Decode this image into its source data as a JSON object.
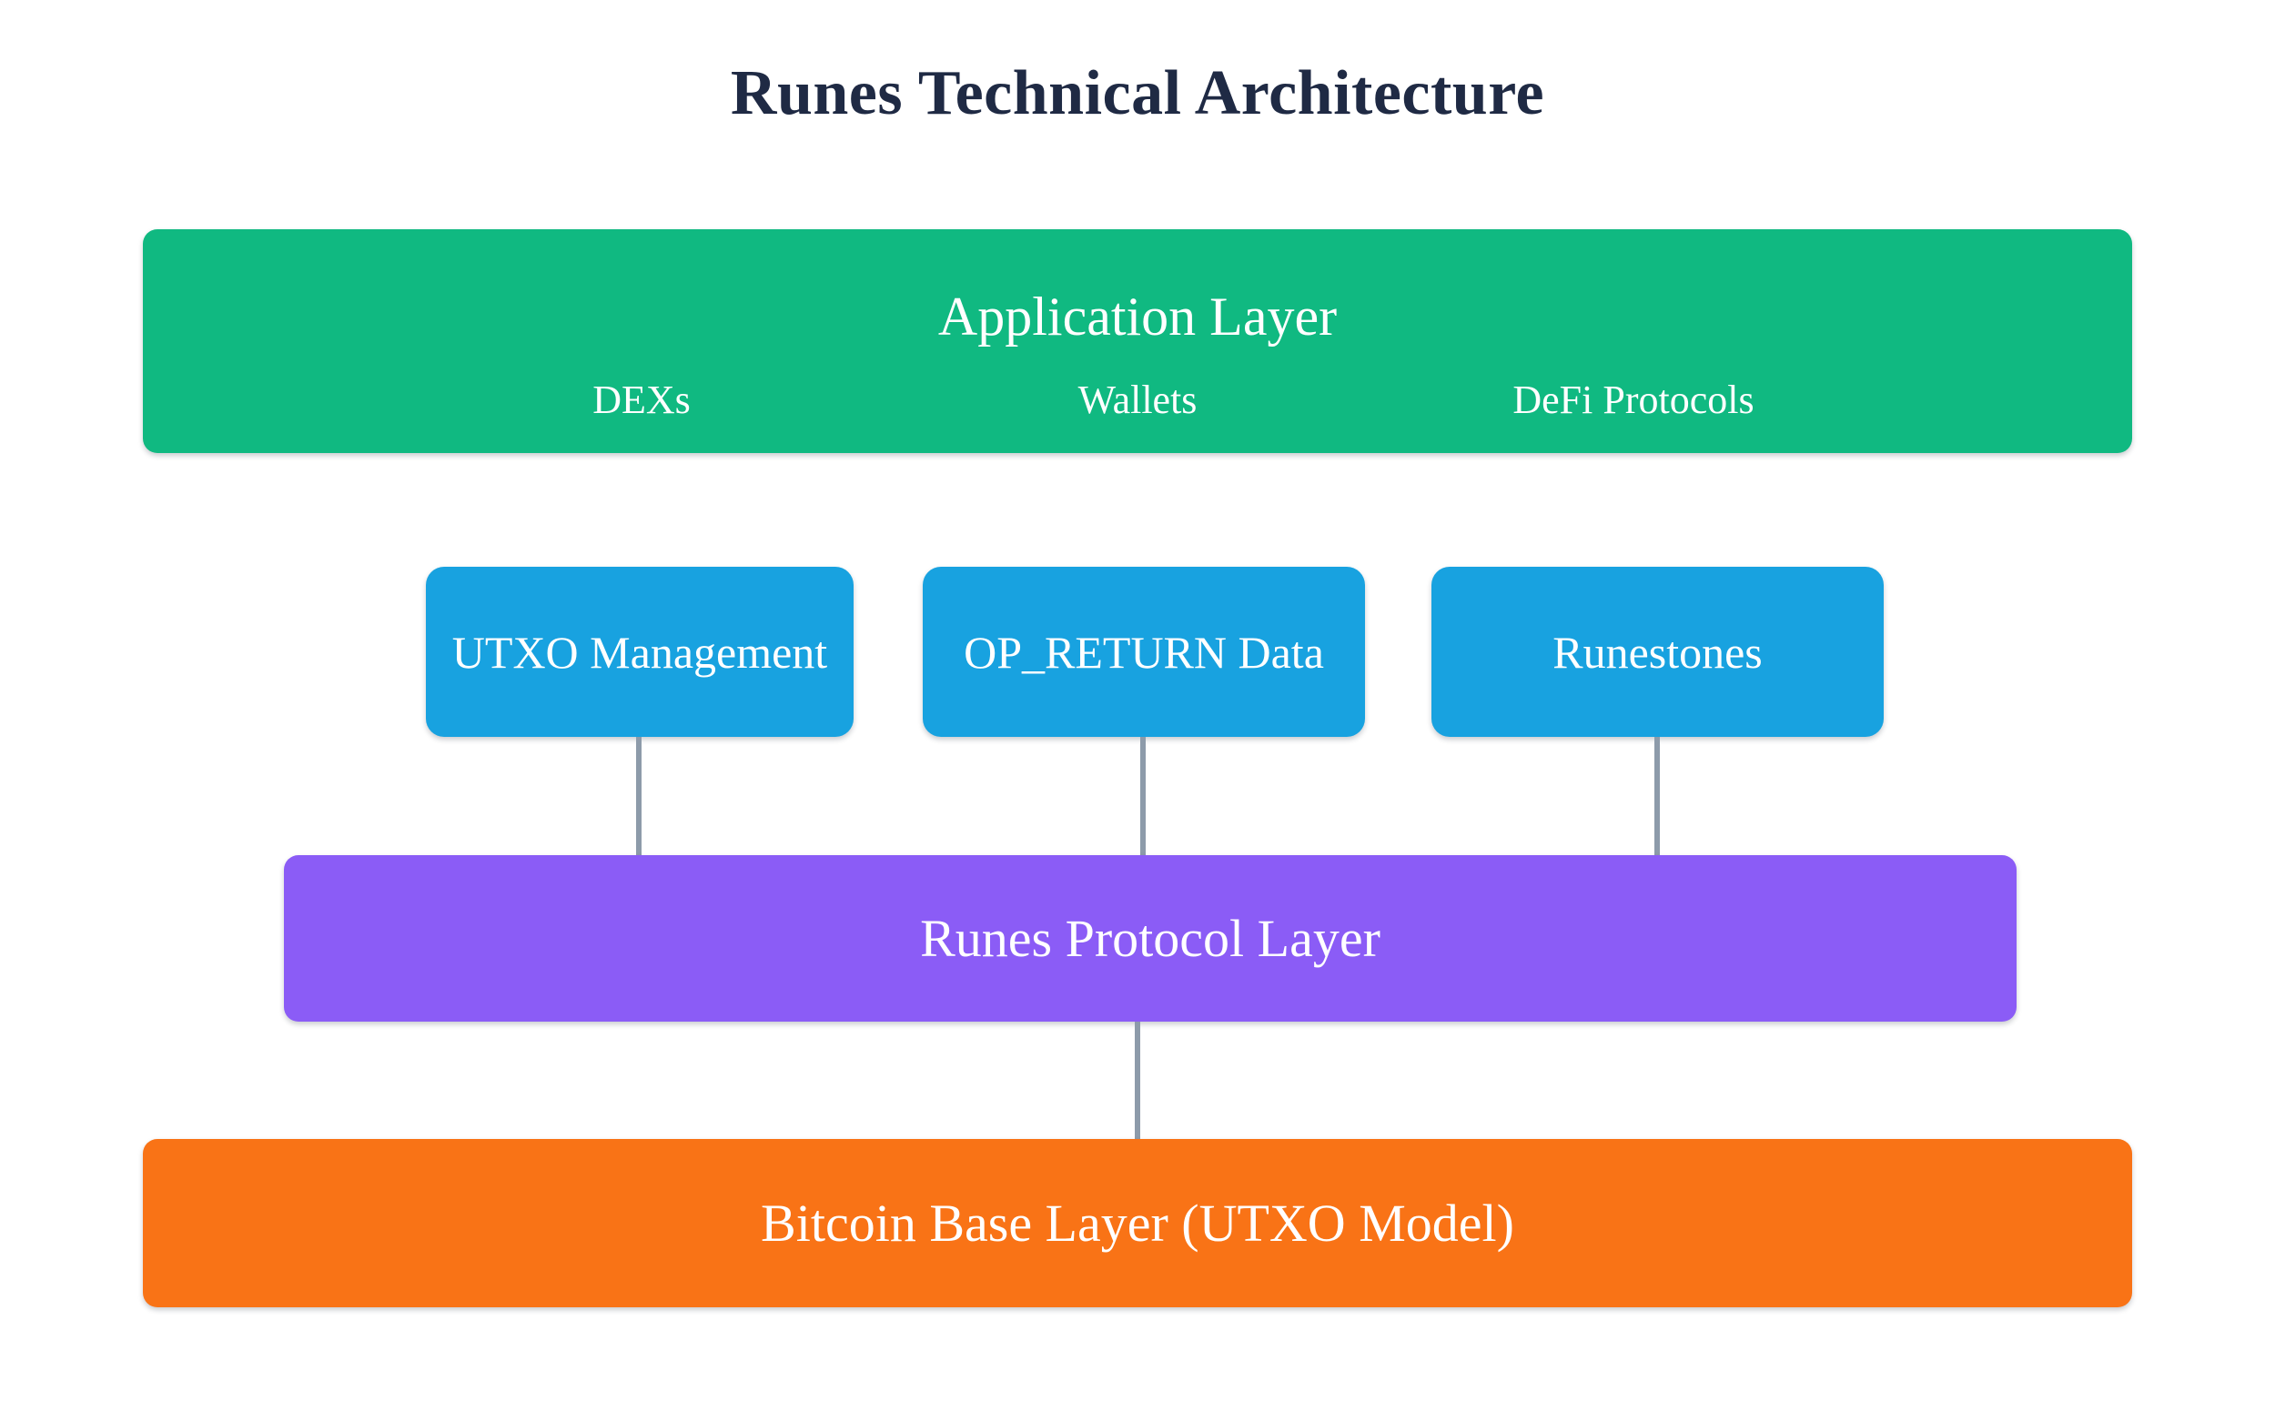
{
  "title": "Runes Technical Architecture",
  "colors": {
    "bg": "#ffffff",
    "title": "#1f2a44",
    "green": "#10b981",
    "blue": "#18a2e0",
    "purple": "#8b5cf6",
    "orange": "#f97316",
    "line": "#8d9baa"
  },
  "application_layer": {
    "label": "Application Layer",
    "items": [
      "DEXs",
      "Wallets",
      "DeFi Protocols"
    ]
  },
  "protocol_components": [
    "UTXO Management",
    "OP_RETURN Data",
    "Runestones"
  ],
  "protocol_layer": {
    "label": "Runes Protocol Layer"
  },
  "base_layer": {
    "label": "Bitcoin Base Layer (UTXO Model)"
  }
}
